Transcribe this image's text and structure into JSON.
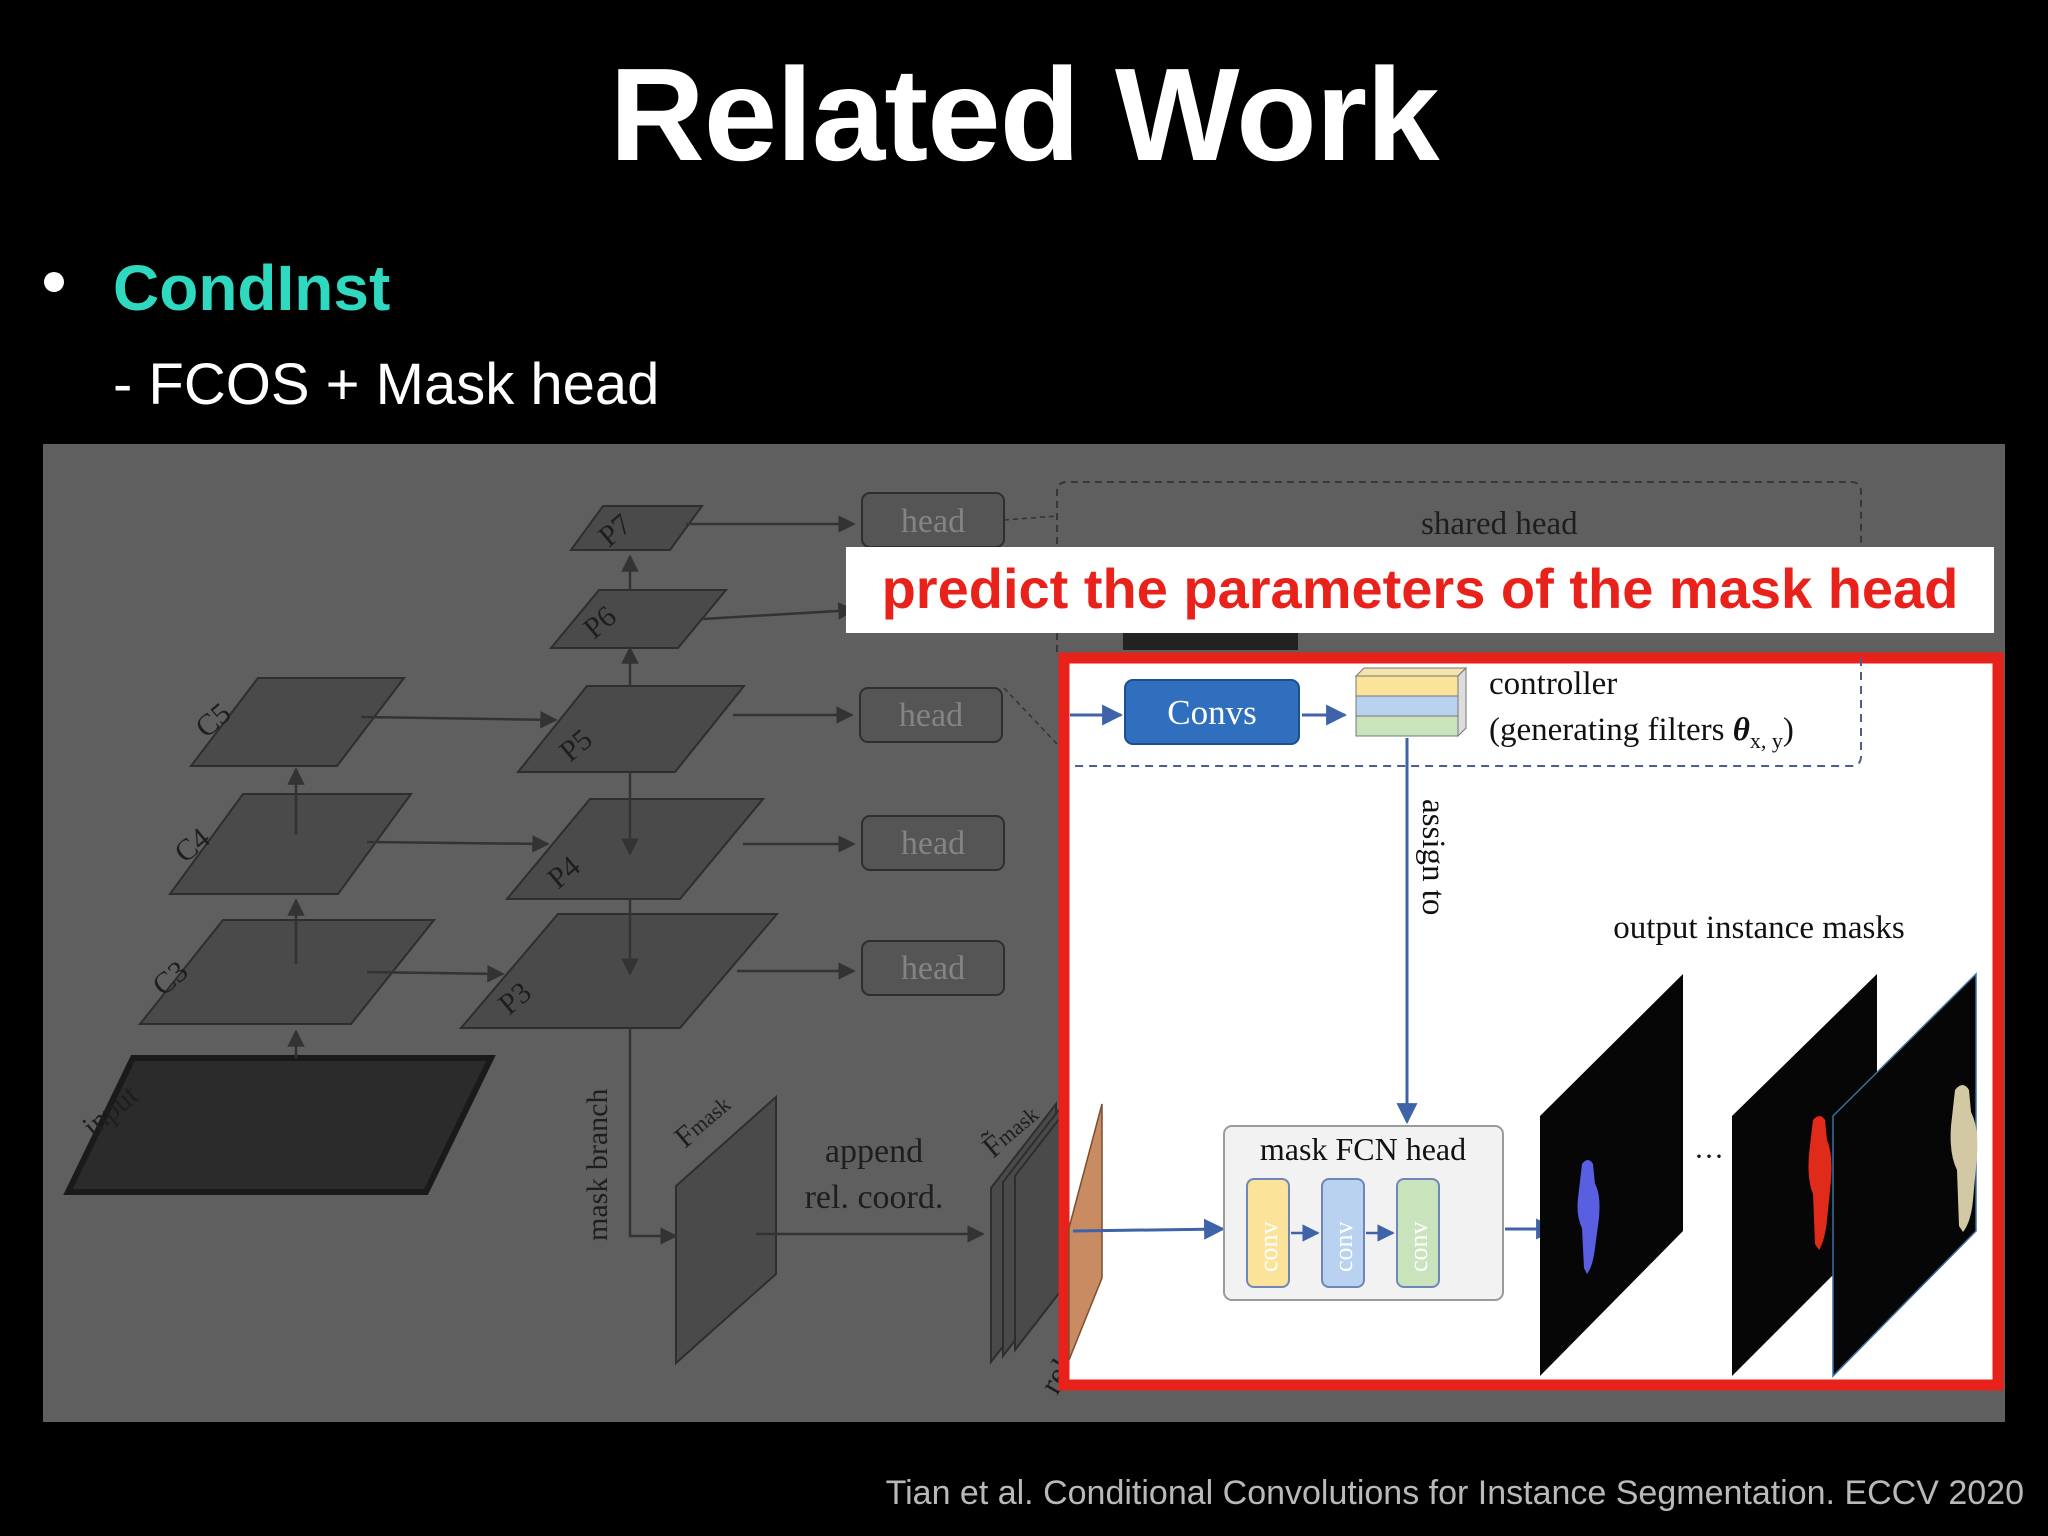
{
  "slide": {
    "title": "Related Work",
    "bullet": "CondInst",
    "sub": "- FCOS + Mask head",
    "citation": "Tian et al. Conditional Convolutions for Instance Segmentation. ECCV 2020",
    "accent_color": "#2fd9bf",
    "highlight_color": "#e8211a"
  },
  "diagram": {
    "callout": "predict the parameters of the mask head",
    "backbone": [
      "C3",
      "C4",
      "C5"
    ],
    "pyramid": [
      "P3",
      "P4",
      "P5",
      "P6",
      "P7"
    ],
    "head": "head",
    "shared_head": "shared head",
    "input": "input",
    "mask_branch": "mask branch",
    "f_mask": "F",
    "f_mask_sub": "mask",
    "f_tilde": "F̃",
    "append_1": "append",
    "append_2": "rel. coord.",
    "rel_coord": "rel. coord.",
    "convs": "Convs",
    "controller_1": "controller",
    "controller_2": "(generating filters",
    "theta": "θ",
    "theta_sub": "x, y",
    "controller_close": ")",
    "assign": "assign to",
    "fcn_head": "mask FCN head",
    "conv": "conv",
    "output": "output instance masks",
    "dots": "···"
  }
}
